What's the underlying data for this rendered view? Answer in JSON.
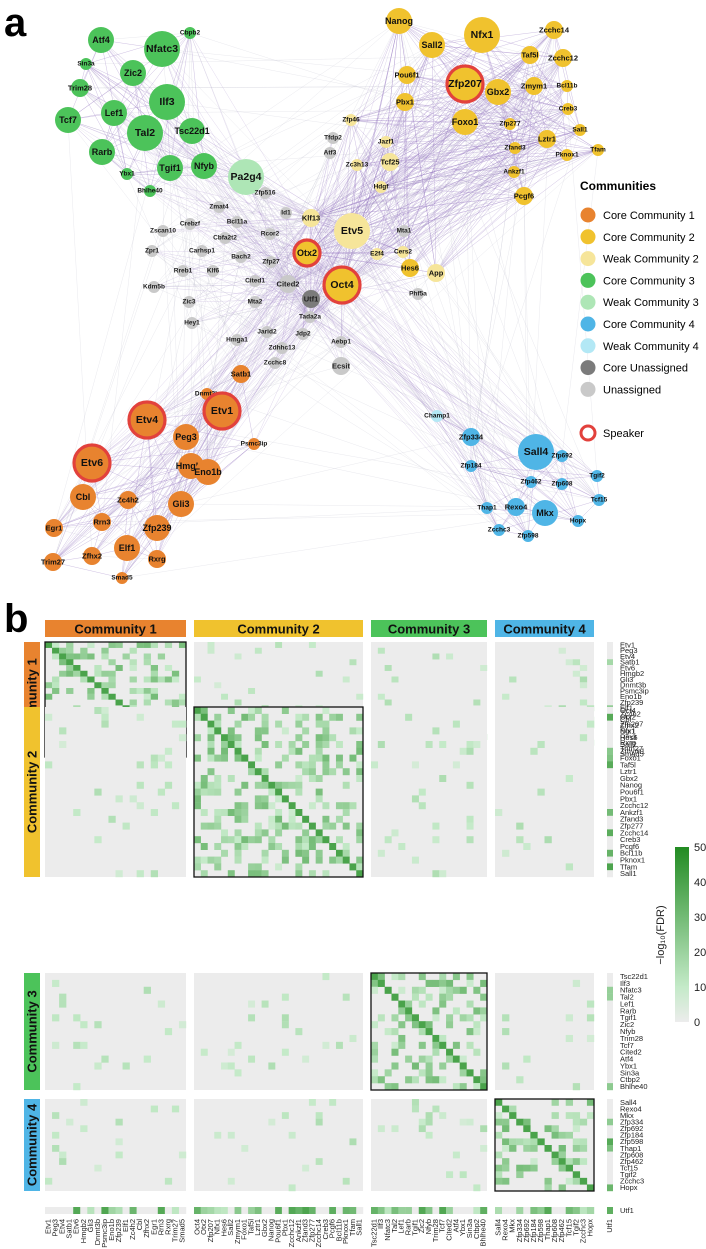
{
  "panels": {
    "a": "a",
    "b": "b"
  },
  "colors": {
    "c1": "#e8832f",
    "c2": "#f0c22e",
    "c2w": "#f6e59a",
    "c3": "#4cc35a",
    "c3w": "#aee6b6",
    "c4": "#4fb5e6",
    "c4w": "#b3e8f5",
    "coreUn": "#7b7b7b",
    "un": "#c9c9c9",
    "speaker": "#e2413c",
    "edge": "#9b7fc4"
  },
  "legend": {
    "title": "Communities",
    "items": [
      {
        "label": "Core Community 1",
        "color": "c1"
      },
      {
        "label": "Core Community 2",
        "color": "c2"
      },
      {
        "label": "Weak Community 2",
        "color": "c2w"
      },
      {
        "label": "Core Community 3",
        "color": "c3"
      },
      {
        "label": "Weak Community 3",
        "color": "c3w"
      },
      {
        "label": "Core Community 4",
        "color": "c4"
      },
      {
        "label": "Weak Community 4",
        "color": "c4w"
      },
      {
        "label": "Core Unassigned",
        "color": "coreUn"
      },
      {
        "label": "Unassigned",
        "color": "un"
      }
    ],
    "speaker_label": "Speaker"
  },
  "chart_data": [
    {
      "type": "network",
      "nodes": [
        {
          "id": "Atf4",
          "group": "c3",
          "size": "m"
        },
        {
          "id": "Cbpb2",
          "group": "c3",
          "size": "xs"
        },
        {
          "id": "Nfatc3",
          "group": "c3",
          "size": "l"
        },
        {
          "id": "Sin3a",
          "group": "c3",
          "size": "xs"
        },
        {
          "id": "Zic2",
          "group": "c3",
          "size": "m"
        },
        {
          "id": "Trim28",
          "group": "c3",
          "size": "s"
        },
        {
          "id": "Ilf3",
          "group": "c3",
          "size": "l"
        },
        {
          "id": "Tcf7",
          "group": "c3",
          "size": "m"
        },
        {
          "id": "Lef1",
          "group": "c3",
          "size": "m"
        },
        {
          "id": "Tal2",
          "group": "c3",
          "size": "l"
        },
        {
          "id": "Tsc22d1",
          "group": "c3",
          "size": "m"
        },
        {
          "id": "Rarb",
          "group": "c3",
          "size": "m"
        },
        {
          "id": "Ybx1",
          "group": "c3",
          "size": "xs"
        },
        {
          "id": "Tgif1",
          "group": "c3",
          "size": "m"
        },
        {
          "id": "Nfyb",
          "group": "c3",
          "size": "m"
        },
        {
          "id": "Bhlhe40",
          "group": "c3",
          "size": "xs"
        },
        {
          "id": "Pa2g4",
          "group": "c3w",
          "size": "l"
        },
        {
          "id": "Nanog",
          "group": "c2",
          "size": "m"
        },
        {
          "id": "Nfx1",
          "group": "c2",
          "size": "l"
        },
        {
          "id": "Zcchc14",
          "group": "c2",
          "size": "s"
        },
        {
          "id": "Sall2",
          "group": "c2",
          "size": "m"
        },
        {
          "id": "Pou6f1",
          "group": "c2",
          "size": "s"
        },
        {
          "id": "Taf5l",
          "group": "c2",
          "size": "s"
        },
        {
          "id": "Zcchc12",
          "group": "c2",
          "size": "s"
        },
        {
          "id": "Pbx1",
          "group": "c2",
          "size": "s"
        },
        {
          "id": "Zfp207",
          "group": "c2",
          "size": "l",
          "speaker": true
        },
        {
          "id": "Gbx2",
          "group": "c2",
          "size": "m"
        },
        {
          "id": "Zmym1",
          "group": "c2",
          "size": "s"
        },
        {
          "id": "Bcl11b",
          "group": "c2",
          "size": "xs"
        },
        {
          "id": "Foxo1",
          "group": "c2",
          "size": "m"
        },
        {
          "id": "Zfp277",
          "group": "c2",
          "size": "xs"
        },
        {
          "id": "Creb3",
          "group": "c2",
          "size": "xs"
        },
        {
          "id": "Sall1",
          "group": "c2",
          "size": "xs"
        },
        {
          "id": "Lztr1",
          "group": "c2",
          "size": "s"
        },
        {
          "id": "Zfand3",
          "group": "c2",
          "size": "xs"
        },
        {
          "id": "Pknox1",
          "group": "c2",
          "size": "xs"
        },
        {
          "id": "Tfam",
          "group": "c2",
          "size": "xs"
        },
        {
          "id": "Ankzf1",
          "group": "c2",
          "size": "xs"
        },
        {
          "id": "Pcgf6",
          "group": "c2",
          "size": "s"
        },
        {
          "id": "Zfp46",
          "group": "c2w",
          "size": "xs"
        },
        {
          "id": "Jazf1",
          "group": "c2w",
          "size": "xs"
        },
        {
          "id": "Zc3h13",
          "group": "c2w",
          "size": "xs"
        },
        {
          "id": "Tcf25",
          "group": "c2w",
          "size": "s"
        },
        {
          "id": "Hdgf",
          "group": "c2w",
          "size": "xs"
        },
        {
          "id": "Klf13",
          "group": "c2w",
          "size": "s"
        },
        {
          "id": "Etv5",
          "group": "c2w",
          "size": "l"
        },
        {
          "id": "Otx2",
          "group": "c2",
          "size": "m",
          "speaker": true
        },
        {
          "id": "Oct4",
          "group": "c2",
          "size": "l",
          "speaker": true
        },
        {
          "id": "E2f4",
          "group": "c2w",
          "size": "xs"
        },
        {
          "id": "Cers2",
          "group": "c2w",
          "size": "xs"
        },
        {
          "id": "Hes6",
          "group": "c2",
          "size": "s"
        },
        {
          "id": "App",
          "group": "c2w",
          "size": "s"
        },
        {
          "id": "Utf1",
          "group": "coreUn",
          "size": "s"
        },
        {
          "id": "Tfdp2",
          "group": "un",
          "size": "xs"
        },
        {
          "id": "Atf3",
          "group": "un",
          "size": "xs"
        },
        {
          "id": "Zfp516",
          "group": "un",
          "size": "xs"
        },
        {
          "id": "Id1",
          "group": "un",
          "size": "xs"
        },
        {
          "id": "Zmat4",
          "group": "un",
          "size": "xs"
        },
        {
          "id": "Crebzf",
          "group": "un",
          "size": "xs"
        },
        {
          "id": "Bcl11a",
          "group": "un",
          "size": "xs"
        },
        {
          "id": "Zscan10",
          "group": "un",
          "size": "xs"
        },
        {
          "id": "Cbfa2t2",
          "group": "un",
          "size": "xs"
        },
        {
          "id": "Rcor2",
          "group": "un",
          "size": "xs"
        },
        {
          "id": "Zpr1",
          "group": "un",
          "size": "xs"
        },
        {
          "id": "Carhsp1",
          "group": "un",
          "size": "xs"
        },
        {
          "id": "Bach2",
          "group": "un",
          "size": "xs"
        },
        {
          "id": "Zfp27",
          "group": "un",
          "size": "xs"
        },
        {
          "id": "Rreb1",
          "group": "un",
          "size": "xs"
        },
        {
          "id": "Klf6",
          "group": "un",
          "size": "xs"
        },
        {
          "id": "Cited1",
          "group": "un",
          "size": "xs"
        },
        {
          "id": "Cited2",
          "group": "un",
          "size": "s"
        },
        {
          "id": "Kdm5b",
          "group": "un",
          "size": "xs"
        },
        {
          "id": "Mta1",
          "group": "un",
          "size": "xs"
        },
        {
          "id": "Phf5a",
          "group": "un",
          "size": "xs"
        },
        {
          "id": "Zic3",
          "group": "un",
          "size": "xs"
        },
        {
          "id": "Mta2",
          "group": "un",
          "size": "xs"
        },
        {
          "id": "Tada2a",
          "group": "un",
          "size": "xs"
        },
        {
          "id": "Hey1",
          "group": "un",
          "size": "xs"
        },
        {
          "id": "Hmga1",
          "group": "un",
          "size": "xs"
        },
        {
          "id": "Jarid2",
          "group": "un",
          "size": "xs"
        },
        {
          "id": "Jdp2",
          "group": "un",
          "size": "xs"
        },
        {
          "id": "Zdhhc13",
          "group": "un",
          "size": "xs"
        },
        {
          "id": "Aebp1",
          "group": "un",
          "size": "xs"
        },
        {
          "id": "Zcchc8",
          "group": "un",
          "size": "xs"
        },
        {
          "id": "Ecsit",
          "group": "un",
          "size": "s"
        },
        {
          "id": "Satb1",
          "group": "c1",
          "size": "s"
        },
        {
          "id": "Dnmt3b",
          "group": "c1",
          "size": "xs"
        },
        {
          "id": "Etv1",
          "group": "c1",
          "size": "l",
          "speaker": true
        },
        {
          "id": "Etv4",
          "group": "c1",
          "size": "l",
          "speaker": true
        },
        {
          "id": "Peg3",
          "group": "c1",
          "size": "m"
        },
        {
          "id": "Psmc3ip",
          "group": "c1",
          "size": "xs"
        },
        {
          "id": "Etv6",
          "group": "c1",
          "size": "l",
          "speaker": true
        },
        {
          "id": "Hmgb2",
          "group": "c1",
          "size": "m"
        },
        {
          "id": "Eno1b",
          "group": "c1",
          "size": "m"
        },
        {
          "id": "Cbl",
          "group": "c1",
          "size": "m"
        },
        {
          "id": "Zc4h2",
          "group": "c1",
          "size": "s"
        },
        {
          "id": "Gli3",
          "group": "c1",
          "size": "m"
        },
        {
          "id": "Egr1",
          "group": "c1",
          "size": "s"
        },
        {
          "id": "Rrn3",
          "group": "c1",
          "size": "s"
        },
        {
          "id": "Zfp239",
          "group": "c1",
          "size": "m"
        },
        {
          "id": "Elf1",
          "group": "c1",
          "size": "m"
        },
        {
          "id": "Zfhx2",
          "group": "c1",
          "size": "s"
        },
        {
          "id": "Rxrg",
          "group": "c1",
          "size": "s"
        },
        {
          "id": "Trim27",
          "group": "c1",
          "size": "s"
        },
        {
          "id": "Smad5",
          "group": "c1",
          "size": "xs"
        },
        {
          "id": "Champ1",
          "group": "c4w",
          "size": "xs"
        },
        {
          "id": "Zfp334",
          "group": "c4",
          "size": "s"
        },
        {
          "id": "Sall4",
          "group": "c4",
          "size": "l"
        },
        {
          "id": "Zfp692",
          "group": "c4",
          "size": "xs"
        },
        {
          "id": "Zfp184",
          "group": "c4",
          "size": "xs"
        },
        {
          "id": "Zfp462",
          "group": "c4",
          "size": "xs"
        },
        {
          "id": "Zfp608",
          "group": "c4",
          "size": "xs"
        },
        {
          "id": "Tgif2",
          "group": "c4",
          "size": "xs"
        },
        {
          "id": "Thap1",
          "group": "c4",
          "size": "xs"
        },
        {
          "id": "Rexo4",
          "group": "c4",
          "size": "s"
        },
        {
          "id": "Mkx",
          "group": "c4",
          "size": "m"
        },
        {
          "id": "Tcf15",
          "group": "c4",
          "size": "xs"
        },
        {
          "id": "Hopx",
          "group": "c4",
          "size": "xs"
        },
        {
          "id": "Zcchc3",
          "group": "c4",
          "size": "xs"
        },
        {
          "id": "Zfp598",
          "group": "c4",
          "size": "xs"
        }
      ]
    },
    {
      "type": "heatmap",
      "colorbar": {
        "ticks": [
          0,
          10,
          20,
          30,
          40,
          50
        ],
        "label": "−log₁₀(FDR)",
        "range": [
          0,
          50
        ]
      },
      "communities": [
        {
          "name": "Community 1",
          "color": "c1",
          "genes": [
            "Etv1",
            "Peg3",
            "Etv4",
            "Satb1",
            "Etv6",
            "Hmgb2",
            "Gli3",
            "Dnmt3b",
            "Psmc3ip",
            "Eno1b",
            "Zfp239",
            "Elf1",
            "Zc4h2",
            "Cbl",
            "Zfhx2",
            "Egr1",
            "Rrn3",
            "Rxrg",
            "Trim27",
            "Smad5"
          ]
        },
        {
          "name": "Community 2",
          "color": "c2",
          "genes": [
            "Oct4",
            "Otx2",
            "Zfp207",
            "Nfx1",
            "Hes6",
            "Sall2",
            "Zmym1",
            "Foxo1",
            "Taf5l",
            "Lztr1",
            "Gbx2",
            "Nanog",
            "Pou6f1",
            "Pbx1",
            "Zcchc12",
            "Ankzf1",
            "Zfand3",
            "Zfp277",
            "Zcchc14",
            "Creb3",
            "Pcgf6",
            "Bcl11b",
            "Pknox1",
            "Tfam",
            "Sall1"
          ]
        },
        {
          "name": "Community 3",
          "color": "c3",
          "genes": [
            "Tsc22d1",
            "Ilf3",
            "Nfatc3",
            "Tal2",
            "Lef1",
            "Rarb",
            "Tgif1",
            "Zic2",
            "Nfyb",
            "Trim28",
            "Tcf7",
            "Cited2",
            "Atf4",
            "Ybx1",
            "Sin3a",
            "Ctbp2",
            "Bhlhe40"
          ]
        },
        {
          "name": "Community 4",
          "color": "c4",
          "genes": [
            "Sall4",
            "Rexo4",
            "Mkx",
            "Zfp334",
            "Zfp692",
            "Zfp184",
            "Zfp598",
            "Thap1",
            "Zfp608",
            "Zfp462",
            "Tcf15",
            "Tgif2",
            "Zcchc3",
            "Hopx"
          ]
        }
      ],
      "extra_gene": "Utf1"
    }
  ]
}
